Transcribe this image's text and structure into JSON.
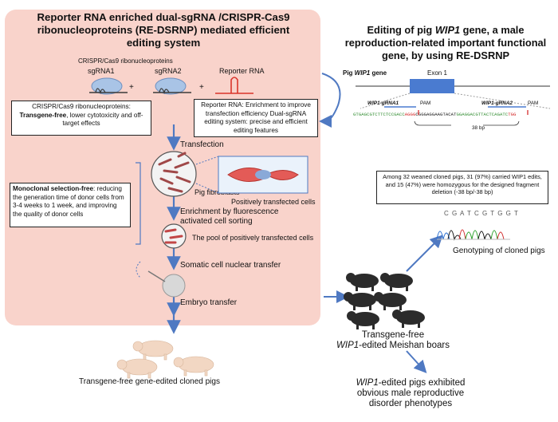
{
  "left_panel": {
    "title": "Reporter RNA enriched dual-sgRNA /CRISPR-Cas9 ribonucleoproteins (RE-DSRNP) mediated efficient editing system",
    "rnp_header": "CRISPR/Cas9 ribonucleoproteins",
    "sgrna1": "sgRNA1",
    "sgrna2": "sgRNA2",
    "reporter": "Reporter RNA",
    "plus": "+",
    "box_rnp": {
      "line1": "CRISPR/Cas9 ribonucleoproteins:",
      "bold": "Transgene-free",
      "rest": ", lower cytotoxicity and off-target effects"
    },
    "box_reporter": {
      "text": "Reporter RNA: Enrichment to improve transfection efficiency Dual-sgRNA editing system: precise and efficient editing features"
    },
    "box_monoclonal": {
      "bold": "Monoclonal selection-free",
      "rest": ": reducing the generation time of donor cells from 3-4 weeks to 1 week, and improving the quality of donor cells"
    },
    "steps": {
      "transfection": "Transfection",
      "pig_fibroblasts": "Pig fibroblasts",
      "positively_transfected": "Positively transfected cells",
      "enrichment": "Enrichment by fluorescence activated cell sorting",
      "pool": "The pool of positively transfected cells",
      "scnt": "Somatic cell nuclear transfer",
      "embryo": "Embryo transfer"
    },
    "bottom_label": "Transgene-free gene-edited cloned pigs"
  },
  "right_panel": {
    "title_pre": "Editing of pig ",
    "title_gene": "WIP1",
    "title_post": " gene, a male reproduction-related important functional gene, by using RE-DSRNP",
    "gene_label_pre": "Pig ",
    "gene_label_gene": "WIP1",
    "gene_label_post": " gene",
    "exon": "Exon 1",
    "grna1": "WIP1-gRNA1",
    "grna2": "WIP1-gRNA2",
    "pam1": "PAM",
    "pam2": "PAM",
    "seq_a": "GTGAGCGTCTTCTCCGACC",
    "seq_b": "AGGG",
    "seq_c": "CGGGAGGAAGTACAT",
    "seq_d": "GGAGGACGTTACTCAGATC",
    "seq_e": "TGG",
    "deletion": "38 bp",
    "result_box": "Among 32 weaned cloned pigs, 31 (97%) carried WIP1 edits, and 15 (47%) were homozygous for the designed fragment deletion (-38 bp/-38 bp)",
    "chromatogram_bases": "C G A T C G T G G T",
    "genotyping": "Genotyping of cloned pigs",
    "boars_line1": "Transgene-free",
    "boars_line2_gene": "WIP1",
    "boars_line2_rest": "-edited Meishan boars",
    "phenotype_gene": "WIP1",
    "phenotype_rest": "-edited  pigs exhibited obvious male reproductive disorder phenotypes"
  },
  "colors": {
    "panel_bg": "#f9d3cb",
    "arrow_blue": "#4f79c2",
    "exon_blue": "#4a7bd0",
    "seq_green": "#2e8b2e",
    "pam_red": "#d11c1c",
    "pig_pink": "#f2d7c3",
    "pig_black": "#2b2b2b"
  }
}
